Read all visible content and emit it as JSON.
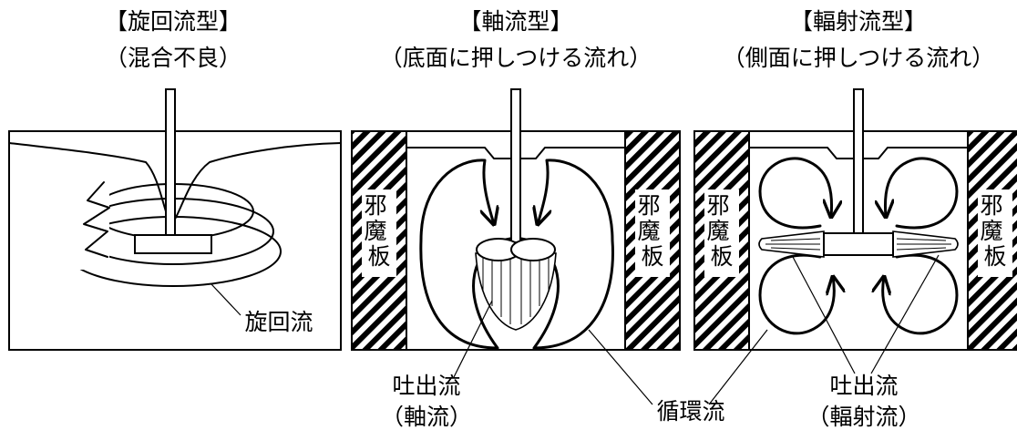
{
  "diagrams": [
    {
      "title": "【旋回流型】",
      "subtitle": "（混合不良）",
      "flow_label": "旋回流"
    },
    {
      "title": "【軸流型】",
      "subtitle": "（底面に押しつける流れ）",
      "baffle_label": "邪魔板",
      "discharge_label": "吐出流",
      "discharge_sub": "（軸流）"
    },
    {
      "title": "【輻射流型】",
      "subtitle": "（側面に押しつける流れ）",
      "baffle_label": "邪魔板",
      "discharge_label": "吐出流",
      "discharge_sub": "（輻射流）"
    }
  ],
  "shared_label": "循環流"
}
